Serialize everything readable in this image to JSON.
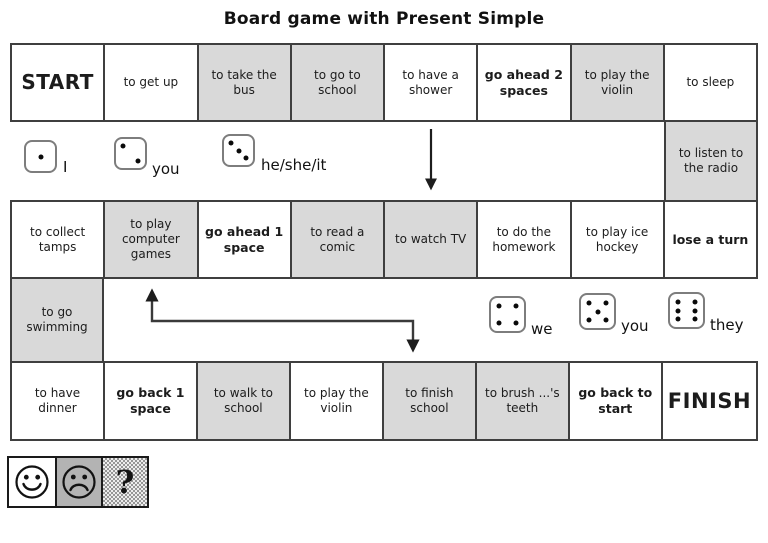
{
  "title": "Board game with Present Simple",
  "board": {
    "row1": [
      "START",
      "to get up",
      "to take the bus",
      "to go to school",
      "to have a shower",
      "go ahead 2 spaces",
      "to play the violin",
      "to sleep"
    ],
    "listen_cell": "to listen to the radio",
    "row3": [
      "to collect tamps",
      "to play computer games",
      "go ahead 1 space",
      "to read a comic",
      "to watch TV",
      "to do the homework",
      "to play ice hockey",
      "lose a turn"
    ],
    "swim_cell": "to go swimming",
    "row5": [
      "to have dinner",
      "go back 1 space",
      "to walk to school",
      "to play the violin",
      "to finish school",
      "to brush ...'s teeth",
      "go back to start",
      "FINISH"
    ]
  },
  "dice": {
    "top": [
      {
        "pips": 1,
        "label": "I"
      },
      {
        "pips": 2,
        "label": "you"
      },
      {
        "pips": 3,
        "label": "he/she/it"
      }
    ],
    "bottom": [
      {
        "pips": 4,
        "label": "we"
      },
      {
        "pips": 5,
        "label": "you"
      },
      {
        "pips": 6,
        "label": "they"
      }
    ]
  },
  "legend": {
    "question_label": "?"
  },
  "colors": {
    "shaded_cell": "#d9d9d9",
    "border": "#3f3f3f",
    "sad_cell_background": "#b3b3b3",
    "arrow": "#2a2a2a"
  }
}
